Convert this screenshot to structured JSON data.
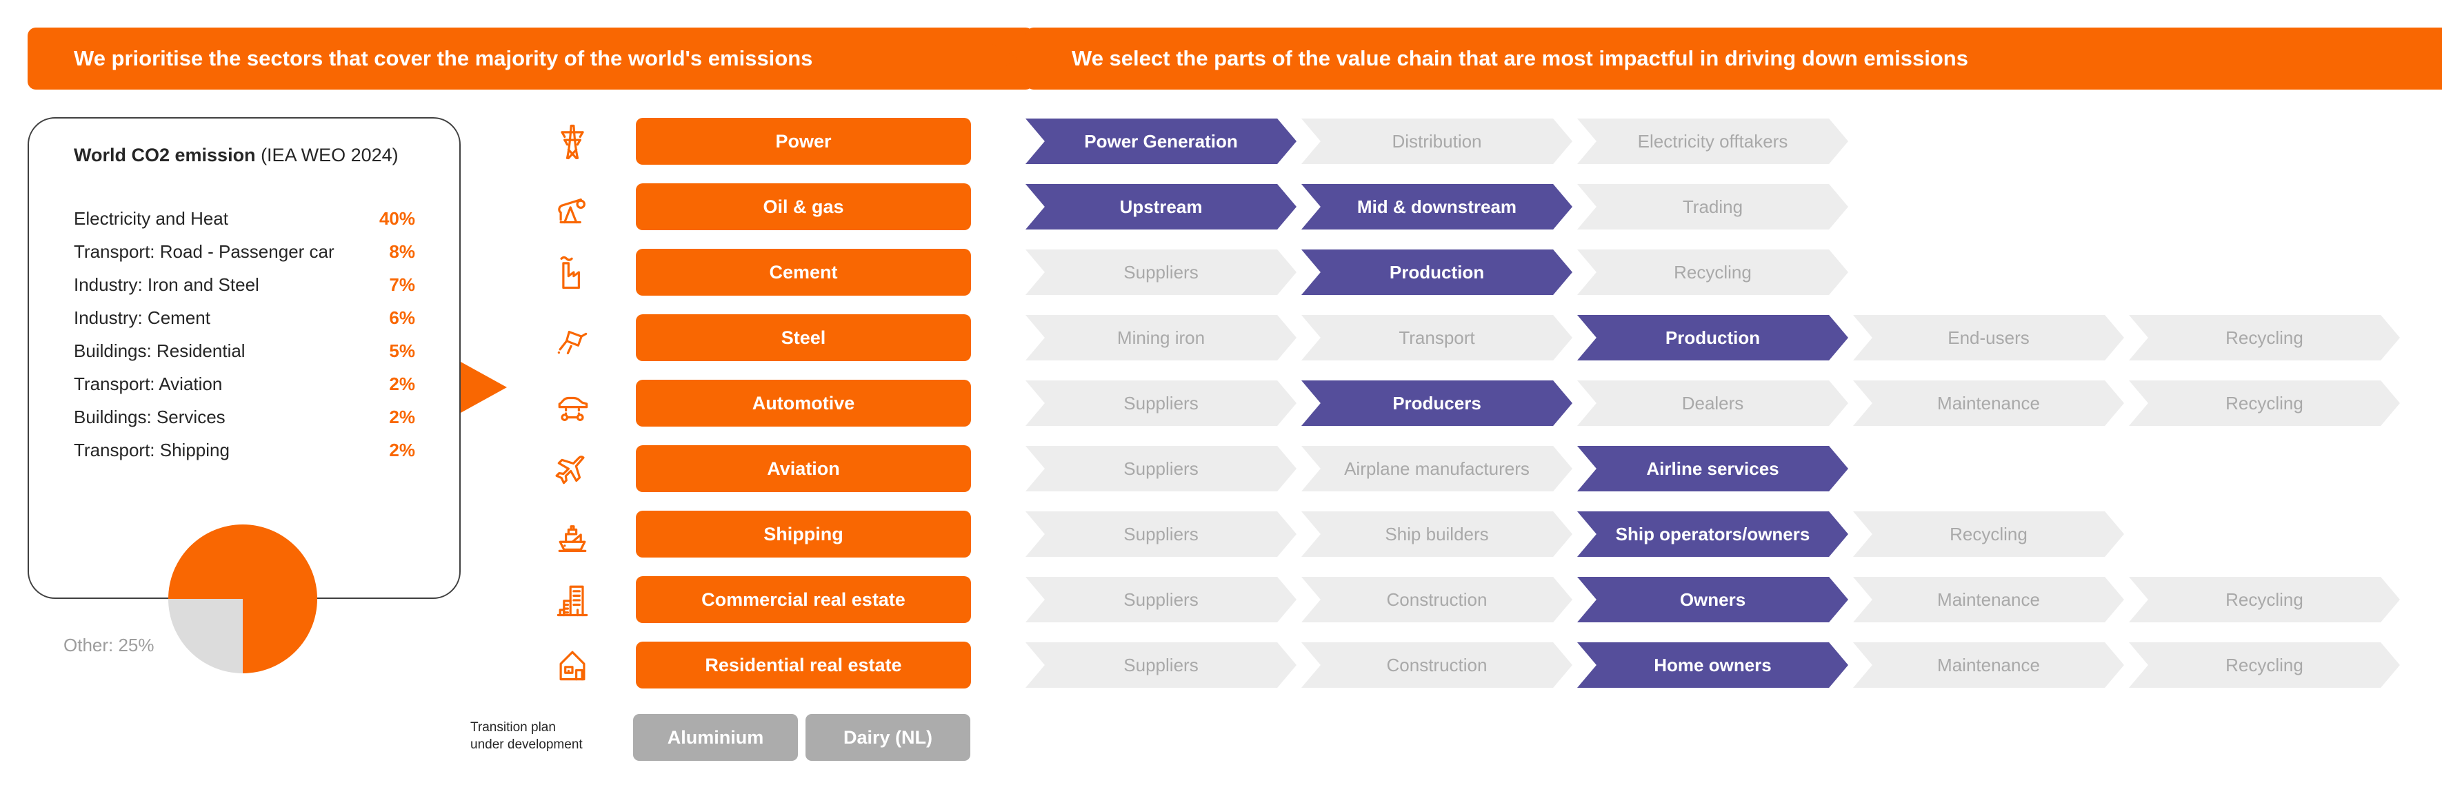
{
  "colors": {
    "orange": "#F96702",
    "purple": "#554E9B",
    "chain_inactive_bg": "#EDEDED",
    "chain_inactive_text": "#A9A9A9",
    "gray_button_bg": "#ACACAC",
    "pie_other_gray": "#DCDCDC",
    "text_dark": "#262626",
    "muted_gray": "#9D9D9D"
  },
  "banners": {
    "left": "We prioritise the sectors that cover the majority of the world's emissions",
    "right": "We select the parts of the value chain that are most impactful in driving down emissions"
  },
  "panel": {
    "title_bold": "World CO2 emission",
    "title_rest": " (IEA WEO 2024)",
    "items": [
      {
        "label": "Electricity and Heat",
        "value": "40%"
      },
      {
        "label": "Transport: Road - Passenger car",
        "value": "8%"
      },
      {
        "label": "Industry: Iron and Steel",
        "value": "7%"
      },
      {
        "label": "Industry: Cement",
        "value": "6%"
      },
      {
        "label": "Buildings: Residential",
        "value": "5%"
      },
      {
        "label": "Transport: Aviation",
        "value": "2%"
      },
      {
        "label": "Buildings: Services",
        "value": "2%"
      },
      {
        "label": "Transport: Shipping",
        "value": "2%"
      }
    ],
    "other_label": "Other: 25%"
  },
  "chart_data": {
    "type": "pie",
    "title": "World CO2 emission (IEA WEO 2024)",
    "categories": [
      "Listed sectors (Electricity and Heat 40%, Transport: Road - Passenger car 8%, Industry: Iron and Steel 7%, Industry: Cement 6%, Buildings: Residential 5%, Transport: Aviation 2%, Buildings: Services 2%, Transport: Shipping 2%)",
      "Other"
    ],
    "values": [
      75,
      25
    ],
    "slice_colors": [
      "#F96702",
      "#DCDCDC"
    ]
  },
  "sectors": [
    {
      "name": "Power",
      "icon": "power-pylon-icon",
      "chain": [
        {
          "label": "Power Generation",
          "active": true
        },
        {
          "label": "Distribution",
          "active": false
        },
        {
          "label": "Electricity offtakers",
          "active": false
        }
      ]
    },
    {
      "name": "Oil & gas",
      "icon": "oil-pumpjack-icon",
      "chain": [
        {
          "label": "Upstream",
          "active": true
        },
        {
          "label": "Mid & downstream",
          "active": true
        },
        {
          "label": "Trading",
          "active": false
        }
      ]
    },
    {
      "name": "Cement",
      "icon": "cement-factory-icon",
      "chain": [
        {
          "label": "Suppliers",
          "active": false
        },
        {
          "label": "Production",
          "active": true
        },
        {
          "label": "Recycling",
          "active": false
        }
      ]
    },
    {
      "name": "Steel",
      "icon": "steel-ladle-icon",
      "chain": [
        {
          "label": "Mining iron",
          "active": false
        },
        {
          "label": "Transport",
          "active": false
        },
        {
          "label": "Production",
          "active": true
        },
        {
          "label": "End-users",
          "active": false
        },
        {
          "label": "Recycling",
          "active": false
        }
      ]
    },
    {
      "name": "Automotive",
      "icon": "car-icon",
      "chain": [
        {
          "label": "Suppliers",
          "active": false
        },
        {
          "label": "Producers",
          "active": true
        },
        {
          "label": "Dealers",
          "active": false
        },
        {
          "label": "Maintenance",
          "active": false
        },
        {
          "label": "Recycling",
          "active": false
        }
      ]
    },
    {
      "name": "Aviation",
      "icon": "airplane-icon",
      "chain": [
        {
          "label": "Suppliers",
          "active": false
        },
        {
          "label": "Airplane manufacturers",
          "active": false
        },
        {
          "label": "Airline services",
          "active": true
        }
      ]
    },
    {
      "name": "Shipping",
      "icon": "ship-icon",
      "chain": [
        {
          "label": "Suppliers",
          "active": false
        },
        {
          "label": "Ship builders",
          "active": false
        },
        {
          "label": "Ship operators/owners",
          "active": true
        },
        {
          "label": "Recycling",
          "active": false
        }
      ]
    },
    {
      "name": "Commercial real estate",
      "icon": "office-buildings-icon",
      "chain": [
        {
          "label": "Suppliers",
          "active": false
        },
        {
          "label": "Construction",
          "active": false
        },
        {
          "label": "Owners",
          "active": true
        },
        {
          "label": "Maintenance",
          "active": false
        },
        {
          "label": "Recycling",
          "active": false
        }
      ]
    },
    {
      "name": "Residential real estate",
      "icon": "house-icon",
      "chain": [
        {
          "label": "Suppliers",
          "active": false
        },
        {
          "label": "Construction",
          "active": false
        },
        {
          "label": "Home owners",
          "active": true
        },
        {
          "label": "Maintenance",
          "active": false
        },
        {
          "label": "Recycling",
          "active": false
        }
      ]
    }
  ],
  "transition": {
    "note_line1": "Transition plan",
    "note_line2": "under development",
    "buttons": [
      "Aluminium",
      "Dairy (NL)"
    ]
  }
}
